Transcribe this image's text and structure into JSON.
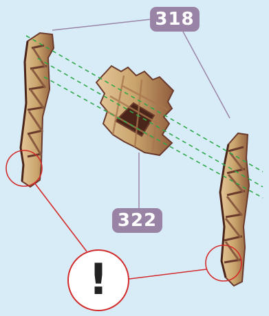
{
  "callouts": {
    "part_318": "318",
    "part_322": "322"
  },
  "warning": {
    "symbol": "!"
  },
  "colors": {
    "background": "#d8ecf8",
    "wood": "#c9a46c",
    "wood_dark": "#6a3a2c",
    "alignment_line": "#2fa84a",
    "leader_line": "#9a84a6",
    "warning_ring": "#d32a2a",
    "callout_fill": "#9a84a6"
  },
  "icons": {
    "warning_icon": "exclamation-mark",
    "detail_marker": "red-circle"
  }
}
